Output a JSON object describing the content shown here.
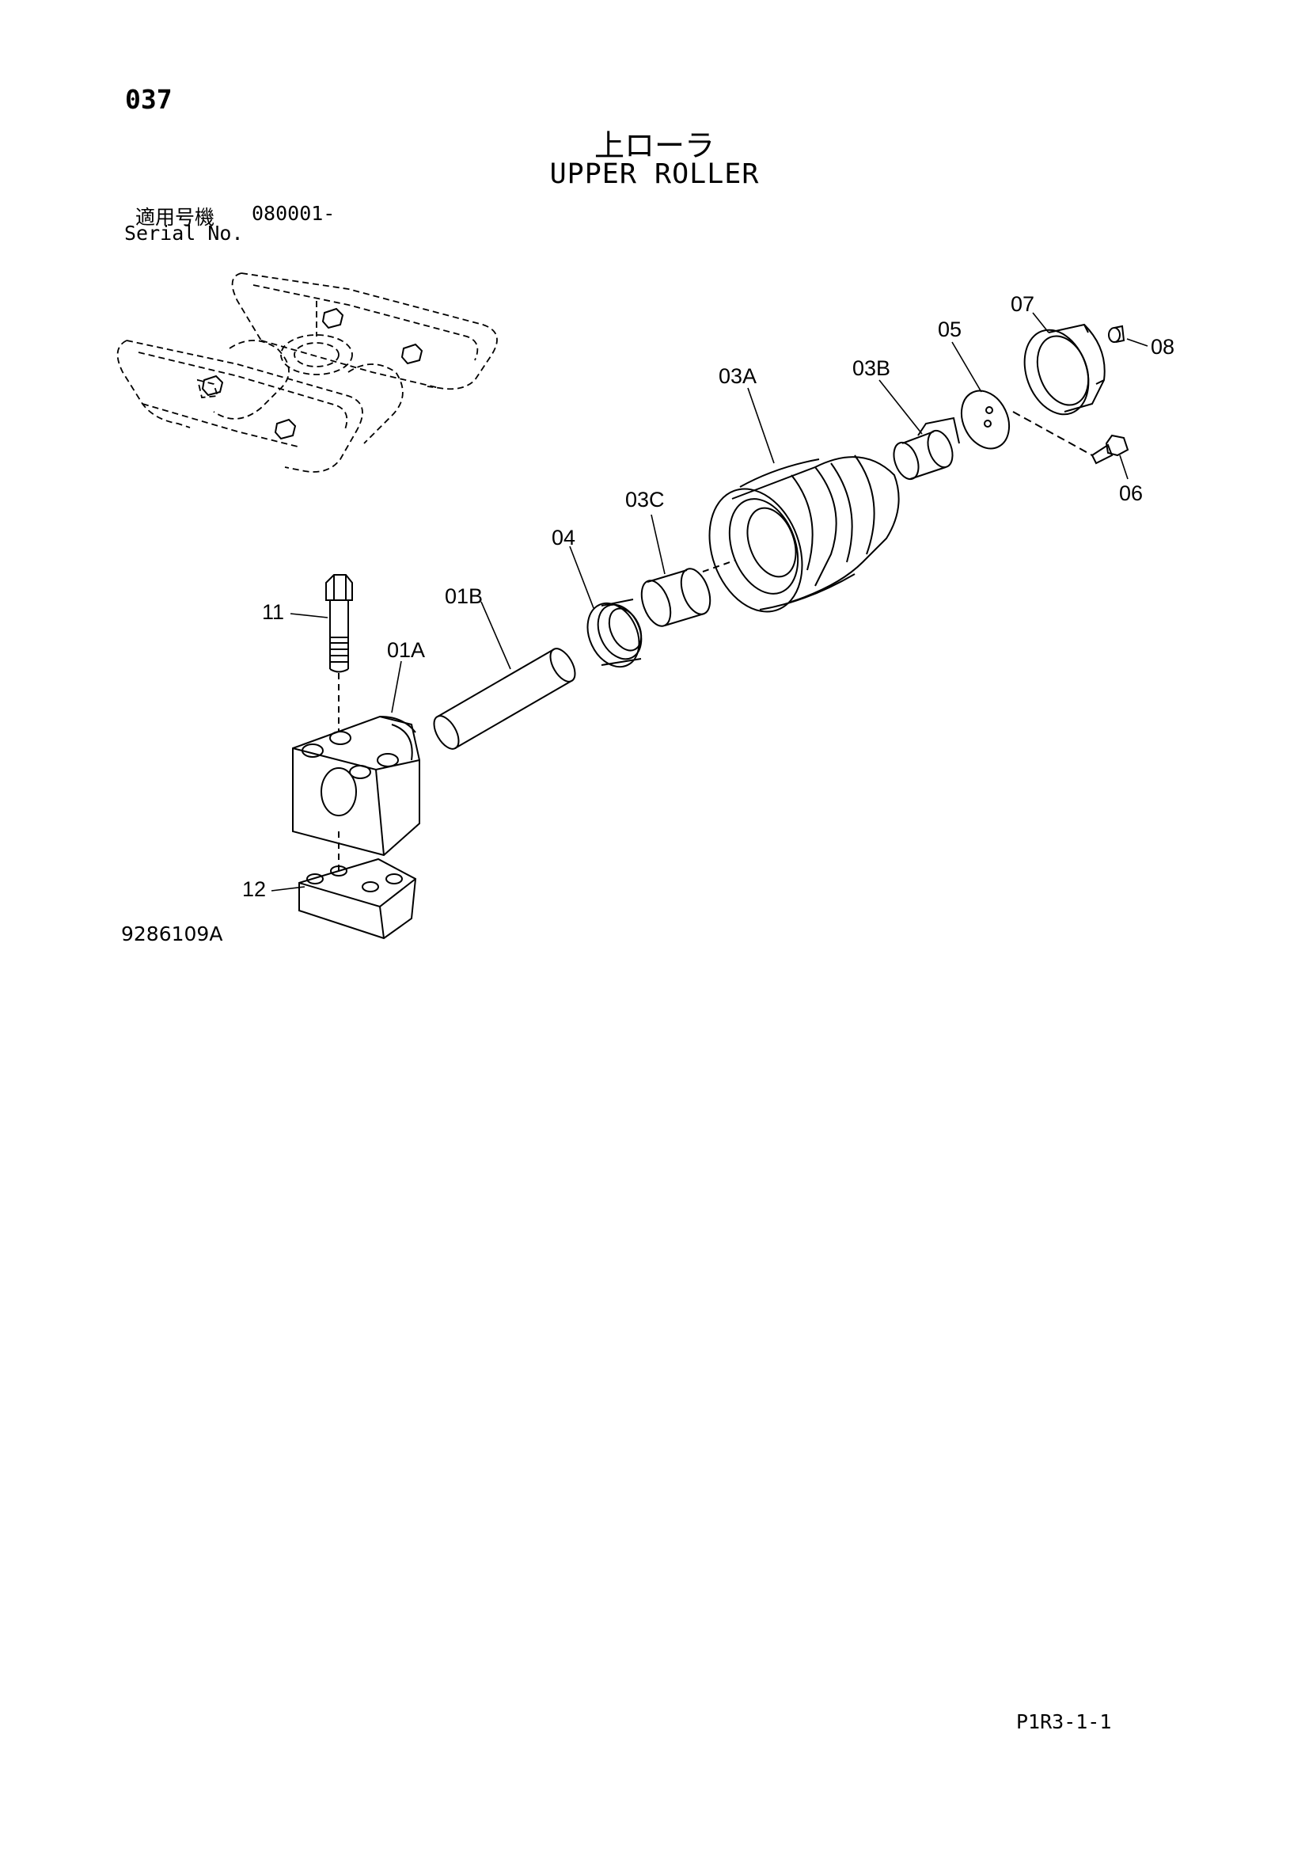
{
  "header": {
    "page_number": "037",
    "title_jp": "上ローラ",
    "title_en": "UPPER ROLLER",
    "serial_label_jp": "適用号機",
    "serial_range": "080001-",
    "serial_label_en": "Serial No."
  },
  "parts": [
    {
      "id": "p11",
      "label": "11"
    },
    {
      "id": "p01A",
      "label": "01A"
    },
    {
      "id": "p01B",
      "label": "01B"
    },
    {
      "id": "p04",
      "label": "04"
    },
    {
      "id": "p03C",
      "label": "03C"
    },
    {
      "id": "p03A",
      "label": "03A"
    },
    {
      "id": "p03B",
      "label": "03B"
    },
    {
      "id": "p05",
      "label": "05"
    },
    {
      "id": "p07",
      "label": "07"
    },
    {
      "id": "p08",
      "label": "08"
    },
    {
      "id": "p06",
      "label": "06"
    },
    {
      "id": "p12",
      "label": "12"
    }
  ],
  "footer": {
    "drawing_number": "9286109A",
    "page_code": "P1R3-1-1"
  }
}
